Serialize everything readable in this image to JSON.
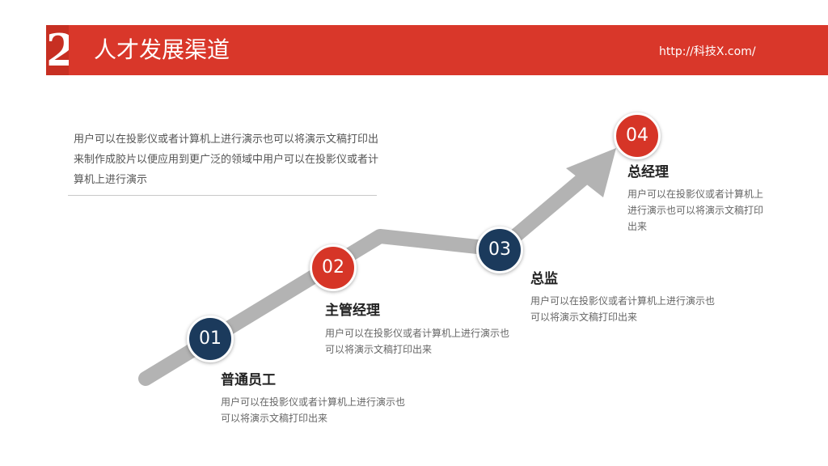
{
  "header": {
    "title": "人才发展渠道",
    "url": "http://科技X.com/",
    "mark": "2"
  },
  "intro": {
    "text": "用户可以在投影仪或者计算机上进行演示也可以将演示文稿打印出来制作成胶片以便应用到更广泛的领域中用户可以在投影仪或者计算机上进行演示"
  },
  "steps": [
    {
      "number": "01",
      "title": "普通员工",
      "desc": "用户可以在投影仪或者计算机上进行演示也可以将演示文稿打印出来",
      "color": "#1b3a5c"
    },
    {
      "number": "02",
      "title": "主管经理",
      "desc": "用户可以在投影仪或者计算机上进行演示也可以将演示文稿打印出来",
      "color": "#d63527"
    },
    {
      "number": "03",
      "title": "总监",
      "desc": "用户可以在投影仪或者计算机上进行演示也可以将演示文稿打印出来",
      "color": "#1b3a5c"
    },
    {
      "number": "04",
      "title": "总经理",
      "desc": "用户可以在投影仪或者计算机上进行演示也可以将演示文稿打印出来",
      "color": "#d63527"
    }
  ],
  "colors": {
    "header": "#d9372a",
    "path": "#b3b3b3"
  }
}
